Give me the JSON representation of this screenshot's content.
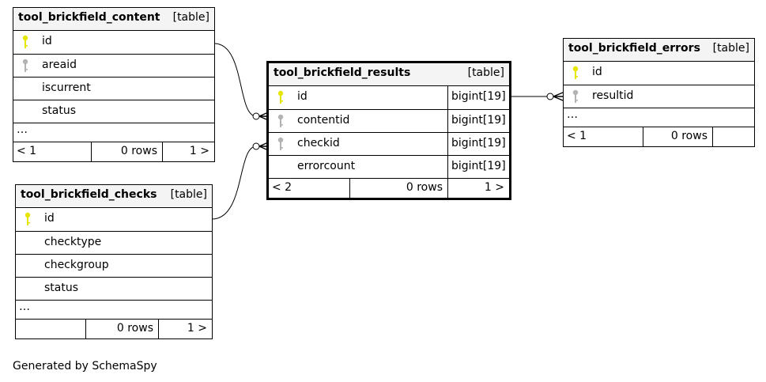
{
  "colors": {
    "pk_key": "#e6e600",
    "fk_key": "#b3b3b3",
    "header_bg": "#f4f4f4",
    "line": "#000000"
  },
  "tables": {
    "content": {
      "name": "tool_brickfield_content",
      "kind": "[table]",
      "columns": [
        {
          "name": "id",
          "key": "pk-key-icon"
        },
        {
          "name": "areaid",
          "key": "fk-key-icon"
        },
        {
          "name": "iscurrent",
          "key": ""
        },
        {
          "name": "status",
          "key": ""
        }
      ],
      "more": "…",
      "footer": {
        "prev": "< 1",
        "rows": "0 rows",
        "next": "1 >"
      }
    },
    "checks": {
      "name": "tool_brickfield_checks",
      "kind": "[table]",
      "columns": [
        {
          "name": "id",
          "key": "pk-key-icon"
        },
        {
          "name": "checktype",
          "key": ""
        },
        {
          "name": "checkgroup",
          "key": ""
        },
        {
          "name": "status",
          "key": ""
        }
      ],
      "more": "…",
      "footer": {
        "prev": "",
        "rows": "0 rows",
        "next": "1 >"
      }
    },
    "results": {
      "name": "tool_brickfield_results",
      "kind": "[table]",
      "columns": [
        {
          "name": "id",
          "type": "bigint[19]",
          "key": "pk-key-icon"
        },
        {
          "name": "contentid",
          "type": "bigint[19]",
          "key": "fk-key-icon"
        },
        {
          "name": "checkid",
          "type": "bigint[19]",
          "key": "fk-key-icon"
        },
        {
          "name": "errorcount",
          "type": "bigint[19]",
          "key": ""
        }
      ],
      "footer": {
        "prev": "< 2",
        "rows": "0 rows",
        "next": "1 >"
      }
    },
    "errors": {
      "name": "tool_brickfield_errors",
      "kind": "[table]",
      "columns": [
        {
          "name": "id",
          "key": "pk-key-icon"
        },
        {
          "name": "resultid",
          "key": "fk-key-icon"
        }
      ],
      "more": "…",
      "footer": {
        "prev": "< 1",
        "rows": "0 rows",
        "next": ""
      }
    }
  },
  "credit": "Generated by SchemaSpy"
}
